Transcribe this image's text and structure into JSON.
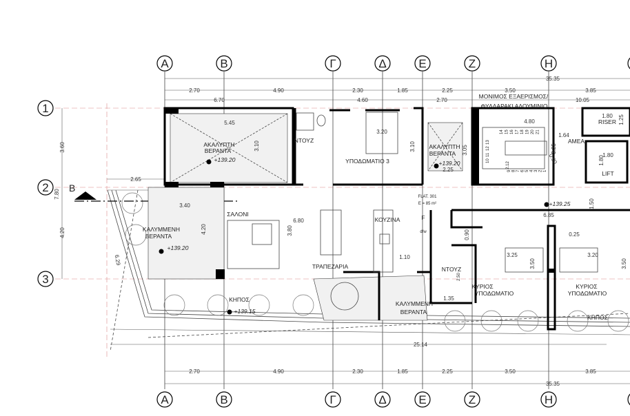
{
  "grid": {
    "columns": [
      "A",
      "B",
      "Γ",
      "Δ",
      "E",
      "Z",
      "H"
    ],
    "rows": [
      "1",
      "2",
      "3"
    ]
  },
  "dimensions": {
    "overall": "35.35",
    "bays": [
      "2.70",
      "4.90",
      "2.30",
      "1.85",
      "2.25",
      "3.50",
      "3.85"
    ],
    "secondary": [
      "6.70",
      "4.60",
      "2.70",
      "10.05"
    ],
    "left": {
      "row12": "3.60",
      "total": "7.80",
      "row23": "4.20"
    },
    "garden_length": "25.14",
    "edge_offset": "2.65",
    "diagonal": "6.29"
  },
  "section_marker": "B",
  "notes": {
    "ventilation_line1": "ΜΟΝΙΜΟΣ ΕΞΑΕΡΙΣΜΟΣ/",
    "ventilation_line2": "ΦΥΛΛΑΡΑΚΙ ΑΛΟΥΜΙΝΙΟ",
    "flat": "FLAT. 301",
    "area": "E = 85 m²"
  },
  "rooms": {
    "open_veranda_1": {
      "line1": "ΑΚΑΛΥΠΤΗ",
      "line2": "ΒΕΡΑΝΤΑ",
      "level": "+139.20",
      "width": "5.45",
      "depth": "3.10"
    },
    "shower_1": {
      "label": "ΝΤΟΥΖ"
    },
    "bedroom_3": {
      "label": "ΥΠΟΔΩΜΑΤΙΟ 3",
      "width": "3.20",
      "depth": "3.10"
    },
    "open_veranda_2": {
      "line1": "ΑΚΑΛΥΠΤΗ",
      "line2": "ΒΕΡΑΝΤΑ",
      "level": "+139.20",
      "width": "2.25",
      "depth": "3.05"
    },
    "stair": {
      "width": "4.80",
      "depth": "3.25",
      "landing": "0.90",
      "step": "2.12",
      "steps": [
        "1",
        "2",
        "3",
        "4",
        "5",
        "6",
        "7",
        "8",
        "9",
        "10",
        "11",
        "12",
        "13",
        "14",
        "15",
        "16",
        "17",
        "18",
        "19",
        "20",
        "21"
      ]
    },
    "amea": {
      "label": "ΑΜΕΑ",
      "size": "1.64"
    },
    "riser": {
      "label": "RISER",
      "width": "1.80",
      "depth": "1.25"
    },
    "lift": {
      "label": "LIFT",
      "width": "1.80",
      "depth": "1.80"
    },
    "corridor": {
      "level": "+139.25",
      "length": "6.85",
      "width": "1.50"
    },
    "covered_veranda_1": {
      "line1": "ΚΑΛΥΜΜΕΝΗ",
      "line2": "ΒΕΡΑΝΤΑ",
      "level": "+139.20",
      "width": "3.40",
      "depth": "4.20"
    },
    "living": {
      "label": "ΣΑΛΟΝΙ",
      "depth": "3.80",
      "length": "6.80"
    },
    "dining": {
      "label": "ΤΡΑΠΕΖΑΡΙΑ"
    },
    "kitchen": {
      "label": "ΚΟΥΖΙΝΑ",
      "fridge": "F",
      "dishwasher": "d/w",
      "width": "1.10"
    },
    "garden_1": {
      "label": "ΚΗΠΟΣ",
      "level": "+139.15"
    },
    "covered_veranda_2": {
      "line1": "ΚΑΛΥΜΜΕΝΗ",
      "line2": "ΒΕΡΑΝΤΑ"
    },
    "shower_2": {
      "label": "ΝΤΟΥΖ",
      "width": "1.35",
      "depth": "2.50",
      "door": "0.90"
    },
    "master_1": {
      "line1": "ΚΥΡΙΟΣ",
      "line2": "ΥΠΟΔΩΜΑΤΙΟ",
      "width": "3.25",
      "depth": "3.50"
    },
    "master_2": {
      "line1": "ΚΥΡΙΟΣ",
      "line2": "ΥΠΟΔΩΜΑΤΙΟ",
      "width": "3.20",
      "depth": "3.50",
      "wall": "0.25"
    },
    "garden_2": {
      "label": "ΚΗΠΟΣ"
    }
  }
}
